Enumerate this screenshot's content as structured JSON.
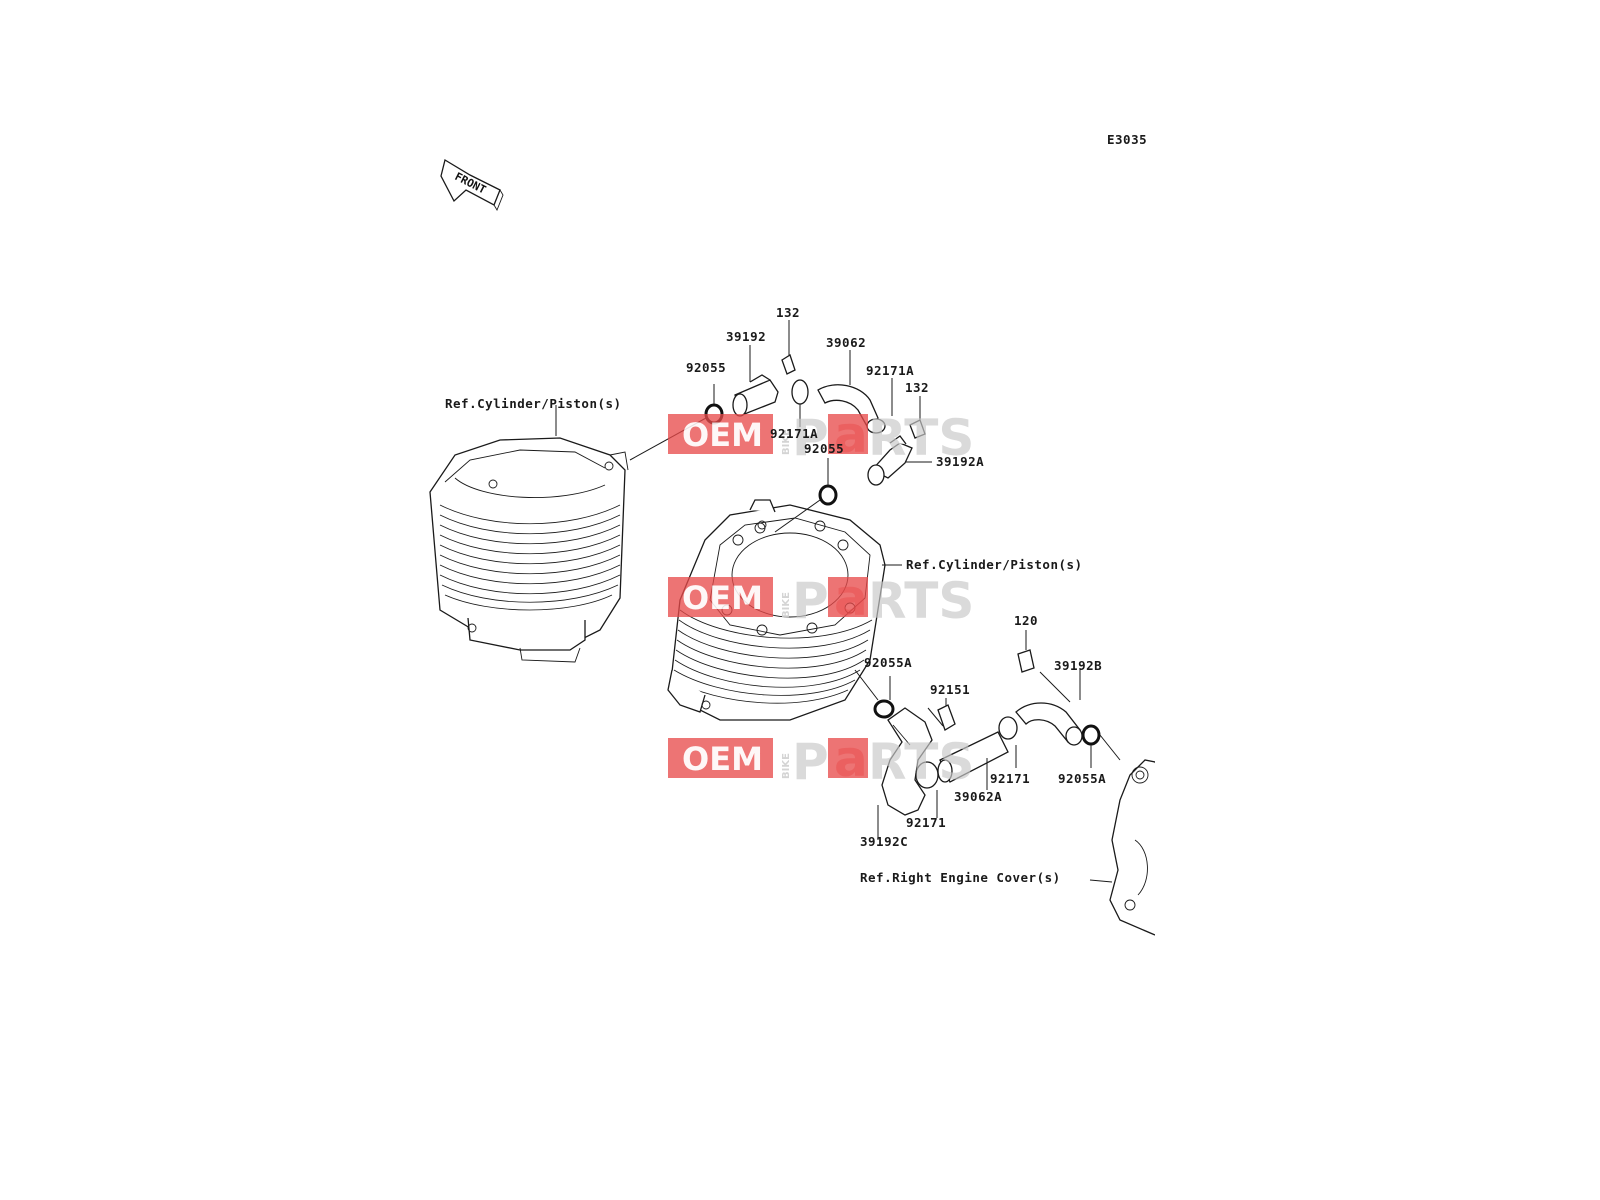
{
  "diagram": {
    "code": "E3035",
    "front_arrow_text": "FRONT"
  },
  "watermark": {
    "oem": "OEM",
    "bike": "BIKE",
    "parts_p": "P",
    "parts_a": "a",
    "parts_rts": "RTS"
  },
  "labels": {
    "ref_cyl_1": "Ref.Cylinder/Piston(s)",
    "ref_cyl_2": "Ref.Cylinder/Piston(s)",
    "ref_right_cover": "Ref.Right Engine Cover(s)",
    "p132_top": "132",
    "p39192": "39192",
    "p92055_top": "92055",
    "p39062": "39062",
    "p92171A_a": "92171A",
    "p132_b": "132",
    "p92171A_b": "92171A",
    "p92055_mid": "92055",
    "p39192A": "39192A",
    "p120": "120",
    "p39192B": "39192B",
    "p92055A_a": "92055A",
    "p92151": "92151",
    "p92171_a": "92171",
    "p92055A_b": "92055A",
    "p39062A": "39062A",
    "p92171_b": "92171",
    "p39192C": "39192C"
  }
}
